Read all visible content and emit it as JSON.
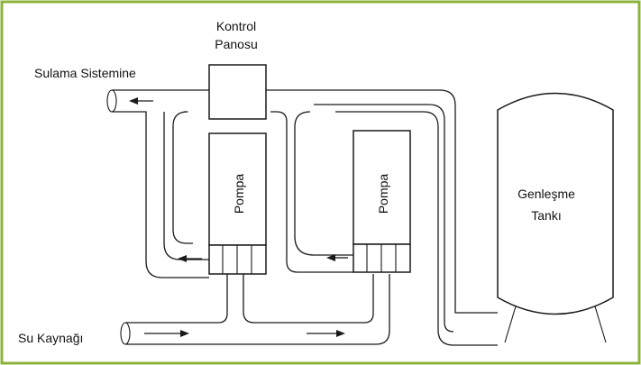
{
  "labels": {
    "control_panel_line1": "Kontrol",
    "control_panel_line2": "Panosu",
    "irrigation_outlet": "Sulama Sistemine",
    "water_source": "Su Kaynağı",
    "pump_1": "Pompa",
    "pump_2": "Pompa",
    "tank_line1": "Genleşme",
    "tank_line2": "Tankı"
  },
  "colors": {
    "frame_border": "#8cb43c",
    "line": "#1a1a1a"
  }
}
